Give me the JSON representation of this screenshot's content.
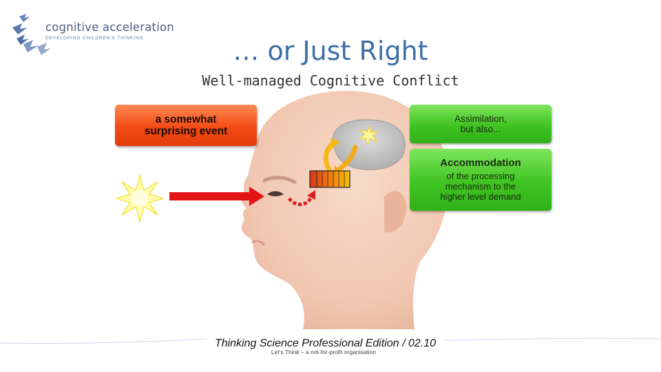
{
  "logo": {
    "name": "cognitive acceleration",
    "tagline": "DEVELOPING CHILDREN'S THINKING"
  },
  "slide": {
    "title": "… or Just Right",
    "subtitle": "Well-managed Cognitive Conflict"
  },
  "diagram": {
    "event_label": "a somewhat\nsurprising event",
    "assimilation_label": "Assimilation,\nbut also...",
    "accommodation_heading": "Accommodation",
    "accommodation_body": "of the processing\nmechanism to the\nhigher level demand",
    "colors": {
      "event_box": "#f24b14",
      "green_box": "#3fc321",
      "arrow": "#e31414",
      "brain": "#c9c9c9",
      "skin": "#f6d2bf"
    },
    "icons": [
      "starburst-icon",
      "red-arrow",
      "brain",
      "yellow-arrows",
      "level-meter"
    ]
  },
  "footer": {
    "title": "Thinking Science Professional Edition / 02.10",
    "note": "Let's Think – a not-for-profit organisation"
  }
}
